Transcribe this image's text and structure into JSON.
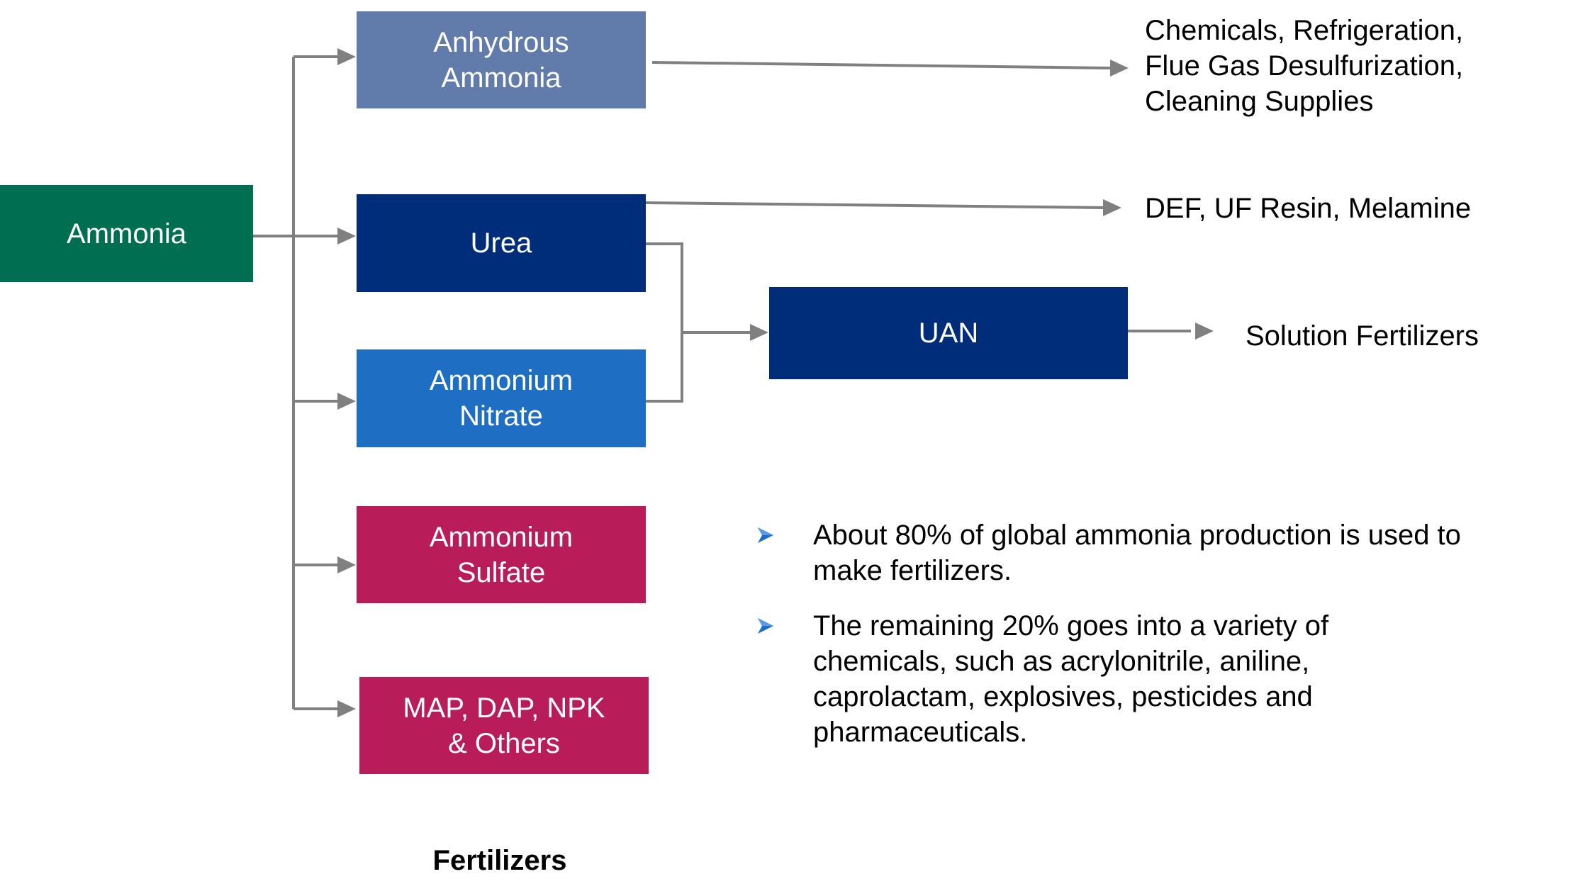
{
  "colors": {
    "green": "#006e50",
    "slate_blue": "#617bab",
    "navy": "#002d7a",
    "bright_blue": "#1e6ec3",
    "magenta": "#b81d5a",
    "connector": "#808080",
    "bullet": "#1e6ec3"
  },
  "nodes": {
    "ammonia": "Ammonia",
    "anhydrous": "Anhydrous\nAmmonia",
    "urea": "Urea",
    "ammonium_nitrate": "Ammonium\nNitrate",
    "ammonium_sulfate": "Ammonium\nSulfate",
    "map_dap": "MAP, DAP, NPK\n& Others",
    "uan": "UAN"
  },
  "uses": {
    "anhydrous": "Chemicals, Refrigeration,\nFlue Gas Desulfurization,\nCleaning Supplies",
    "urea": "DEF, UF Resin, Melamine",
    "uan": "Solution Fertilizers"
  },
  "bullets": [
    "About 80% of global ammonia production is used to make fertilizers.",
    "The remaining 20% goes into a variety of chemicals, such as acrylonitrile, aniline, caprolactam, explosives, pesticides and pharmaceuticals."
  ],
  "caption": "Fertilizers"
}
